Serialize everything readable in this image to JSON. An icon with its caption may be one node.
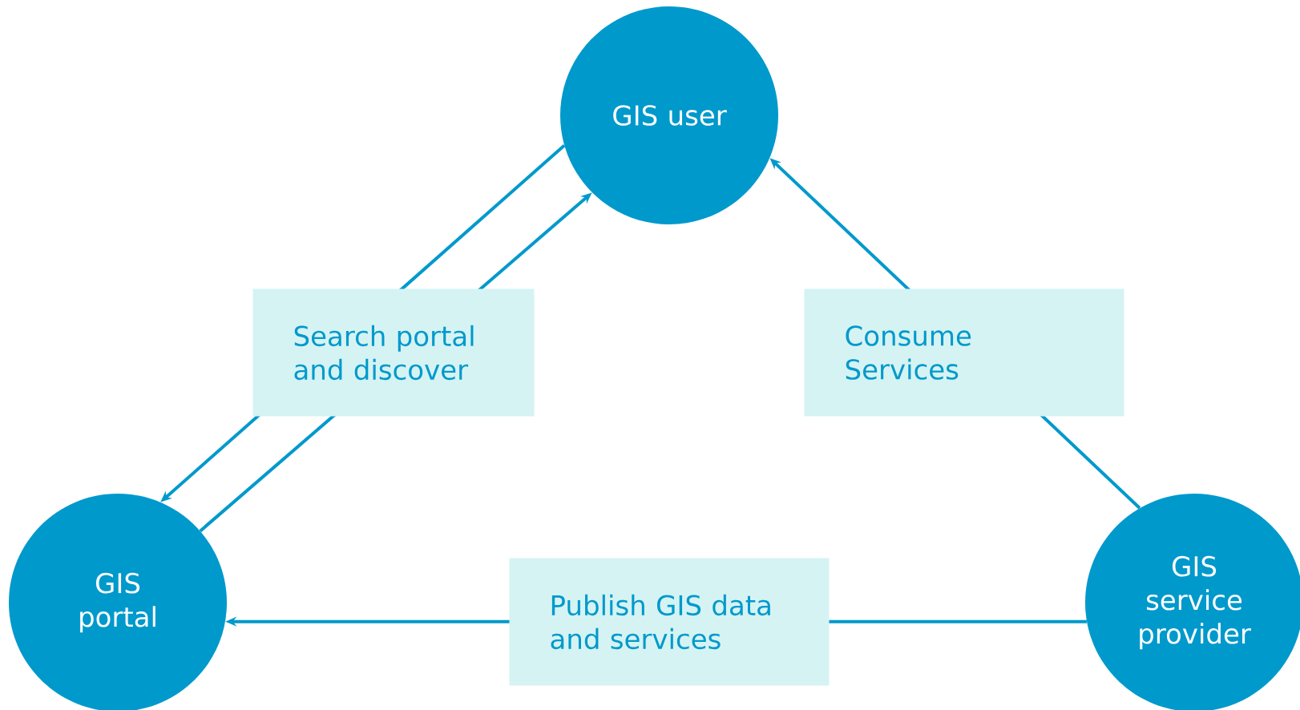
{
  "diagram": {
    "nodes": [
      {
        "text": [
          "GIS user"
        ]
      },
      {
        "text": [
          "GIS portal"
        ]
      },
      {
        "text": [
          "GIS service provider"
        ]
      }
    ],
    "edges": [
      {
        "from": 0,
        "to": 1,
        "arrow": "to"
      },
      {
        "from": 1,
        "to": 0,
        "arrow": "to",
        "label": "Search portal and discover"
      },
      {
        "from": 2,
        "to": 0,
        "arrow": "to",
        "label": "Consume Services"
      },
      {
        "from": 2,
        "to": 1,
        "arrow": "to",
        "label": "Publish GIS data and services"
      }
    ]
  }
}
